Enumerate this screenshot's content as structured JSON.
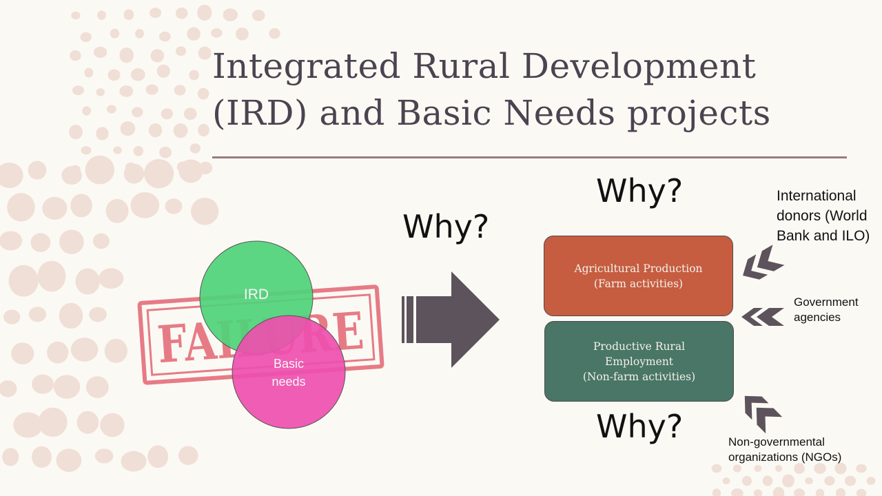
{
  "title": {
    "line1": "Integrated Rural Development",
    "line2": "(IRD) and Basic Needs projects"
  },
  "venn": {
    "circle_top": {
      "label": "IRD",
      "color": "#4fd27a"
    },
    "circle_bottom": {
      "label_line1": "Basic",
      "label_line2": "needs",
      "color": "#ee4fae"
    }
  },
  "stamp": {
    "text": "FAILURE",
    "color": "#e05262"
  },
  "why_labels": {
    "middle": "Why?",
    "top": "Why?",
    "bottom": "Why?"
  },
  "boxes": {
    "agricultural": {
      "line1": "Agricultural Production",
      "line2": "(Farm activities)",
      "color": "#c65d40"
    },
    "employment": {
      "line1": "Productive Rural",
      "line2": "Employment",
      "line3": "(Non-farm activities)",
      "color": "#497666"
    }
  },
  "sources": {
    "donors": {
      "line1": "International",
      "line2": "donors (World",
      "line3": "Bank and ILO)"
    },
    "government": {
      "line1": "Government",
      "line2": "agencies"
    },
    "ngos": {
      "line1": "Non-governmental",
      "line2": "organizations (NGOs)"
    }
  },
  "colors": {
    "arrow": "#5d535c",
    "dots": "#f0dfd6",
    "rule": "#9a7a7e"
  }
}
